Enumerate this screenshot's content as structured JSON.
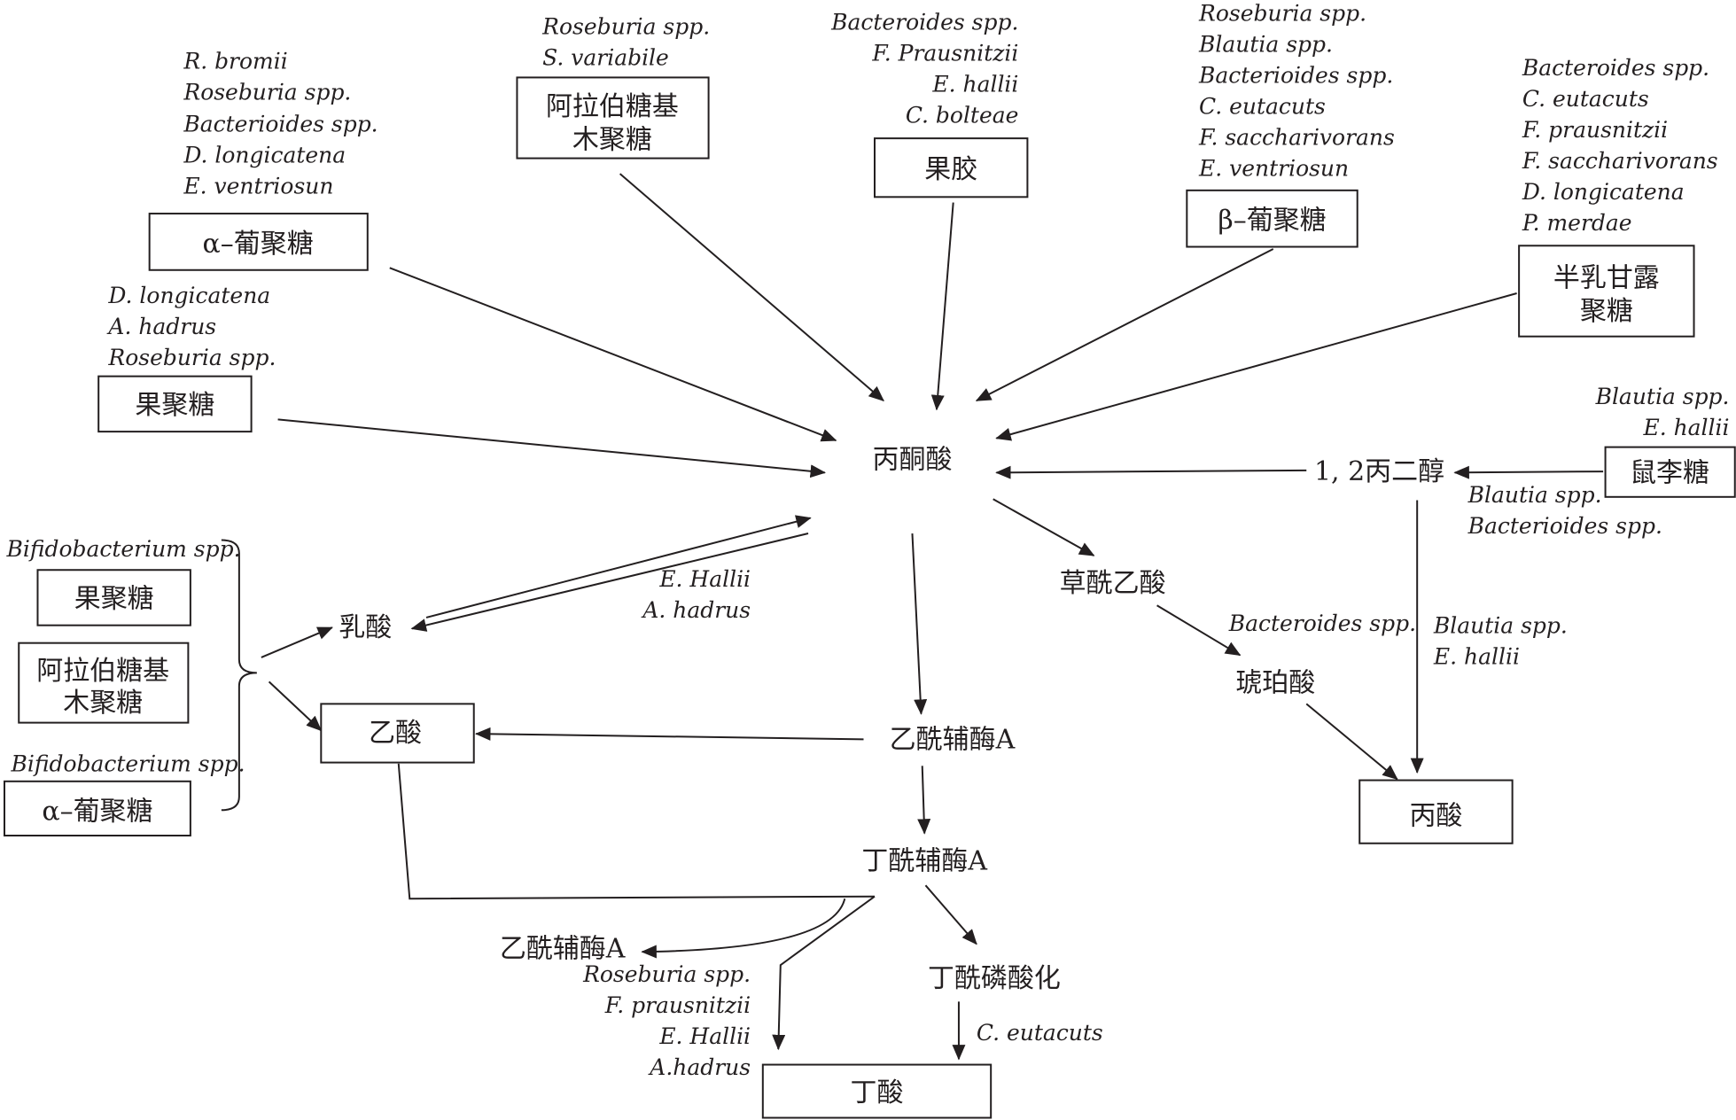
{
  "sources": {
    "alpha_glucan_top": {
      "label": "α–葡聚糖",
      "species": [
        "R. bromii",
        "Roseburia spp.",
        "Bacterioides spp.",
        "D. longicatena",
        "E. ventriosun"
      ]
    },
    "arabinoxylan_top": {
      "label_lines": [
        "阿拉伯糖基",
        "木聚糖"
      ],
      "species": [
        "Roseburia spp.",
        "S. variabile"
      ]
    },
    "pectin": {
      "label": "果胶",
      "species": [
        "Bacteroides spp.",
        "F. Prausnitzii",
        "E. hallii",
        "C. bolteae"
      ]
    },
    "beta_glucan": {
      "label": "β–葡聚糖",
      "species": [
        "Roseburia spp.",
        "Blautia spp.",
        "Bacterioides spp.",
        "C. eutacuts",
        "F. saccharivorans",
        "E. ventriosun"
      ]
    },
    "galactomannan": {
      "label_lines": [
        "半乳甘露",
        "聚糖"
      ],
      "species": [
        "Bacteroides spp.",
        "C. eutacuts",
        "F. prausnitzii",
        "F. saccharivorans",
        "D. longicatena",
        "P. merdae"
      ]
    },
    "fructan_top": {
      "label": "果聚糖",
      "species": [
        "D. longicatena",
        "A. hadrus",
        "Roseburia spp."
      ]
    },
    "rhamnose": {
      "label": "鼠李糖",
      "species": [
        "Blautia spp.",
        "E. hallii"
      ]
    }
  },
  "left_group": {
    "bifido_top": "Bifidobacterium spp.",
    "fructan": "果聚糖",
    "arabinoxylan_lines": [
      "阿拉伯糖基",
      "木聚糖"
    ],
    "bifido_bottom": "Bifidobacterium spp.",
    "alpha_glucan": "α–葡聚糖"
  },
  "metabolites": {
    "pyruvate": "丙酮酸",
    "propanediol": "1, 2丙二醇",
    "propanediol_species": [
      "Blautia spp.",
      "Bacterioides spp."
    ],
    "lactate": "乳酸",
    "lactate_species": [
      "E. Hallii",
      "A. hadrus"
    ],
    "acetate": "乙酸",
    "acetyl_coa": "乙酰辅酶A",
    "butyryl_coa": "丁酰辅酶A",
    "oxaloacetate": "草酰乙酸",
    "oxaloacetate_species": [
      "Bacteroides spp."
    ],
    "succinate": "琥珀酸",
    "propionate": "丙酸",
    "propionate_species": [
      "Blautia spp.",
      "E. hallii"
    ],
    "acetyl_coa_out": "乙酰辅酶A",
    "butyrate_species": [
      "Roseburia spp.",
      "F. prausnitzii",
      "E. Hallii",
      "A.hadrus"
    ],
    "butyryl_phosphate": "丁酰磷酸化",
    "butyryl_phosphate_species": [
      "C. eutacuts"
    ],
    "butyrate": "丁酸"
  }
}
